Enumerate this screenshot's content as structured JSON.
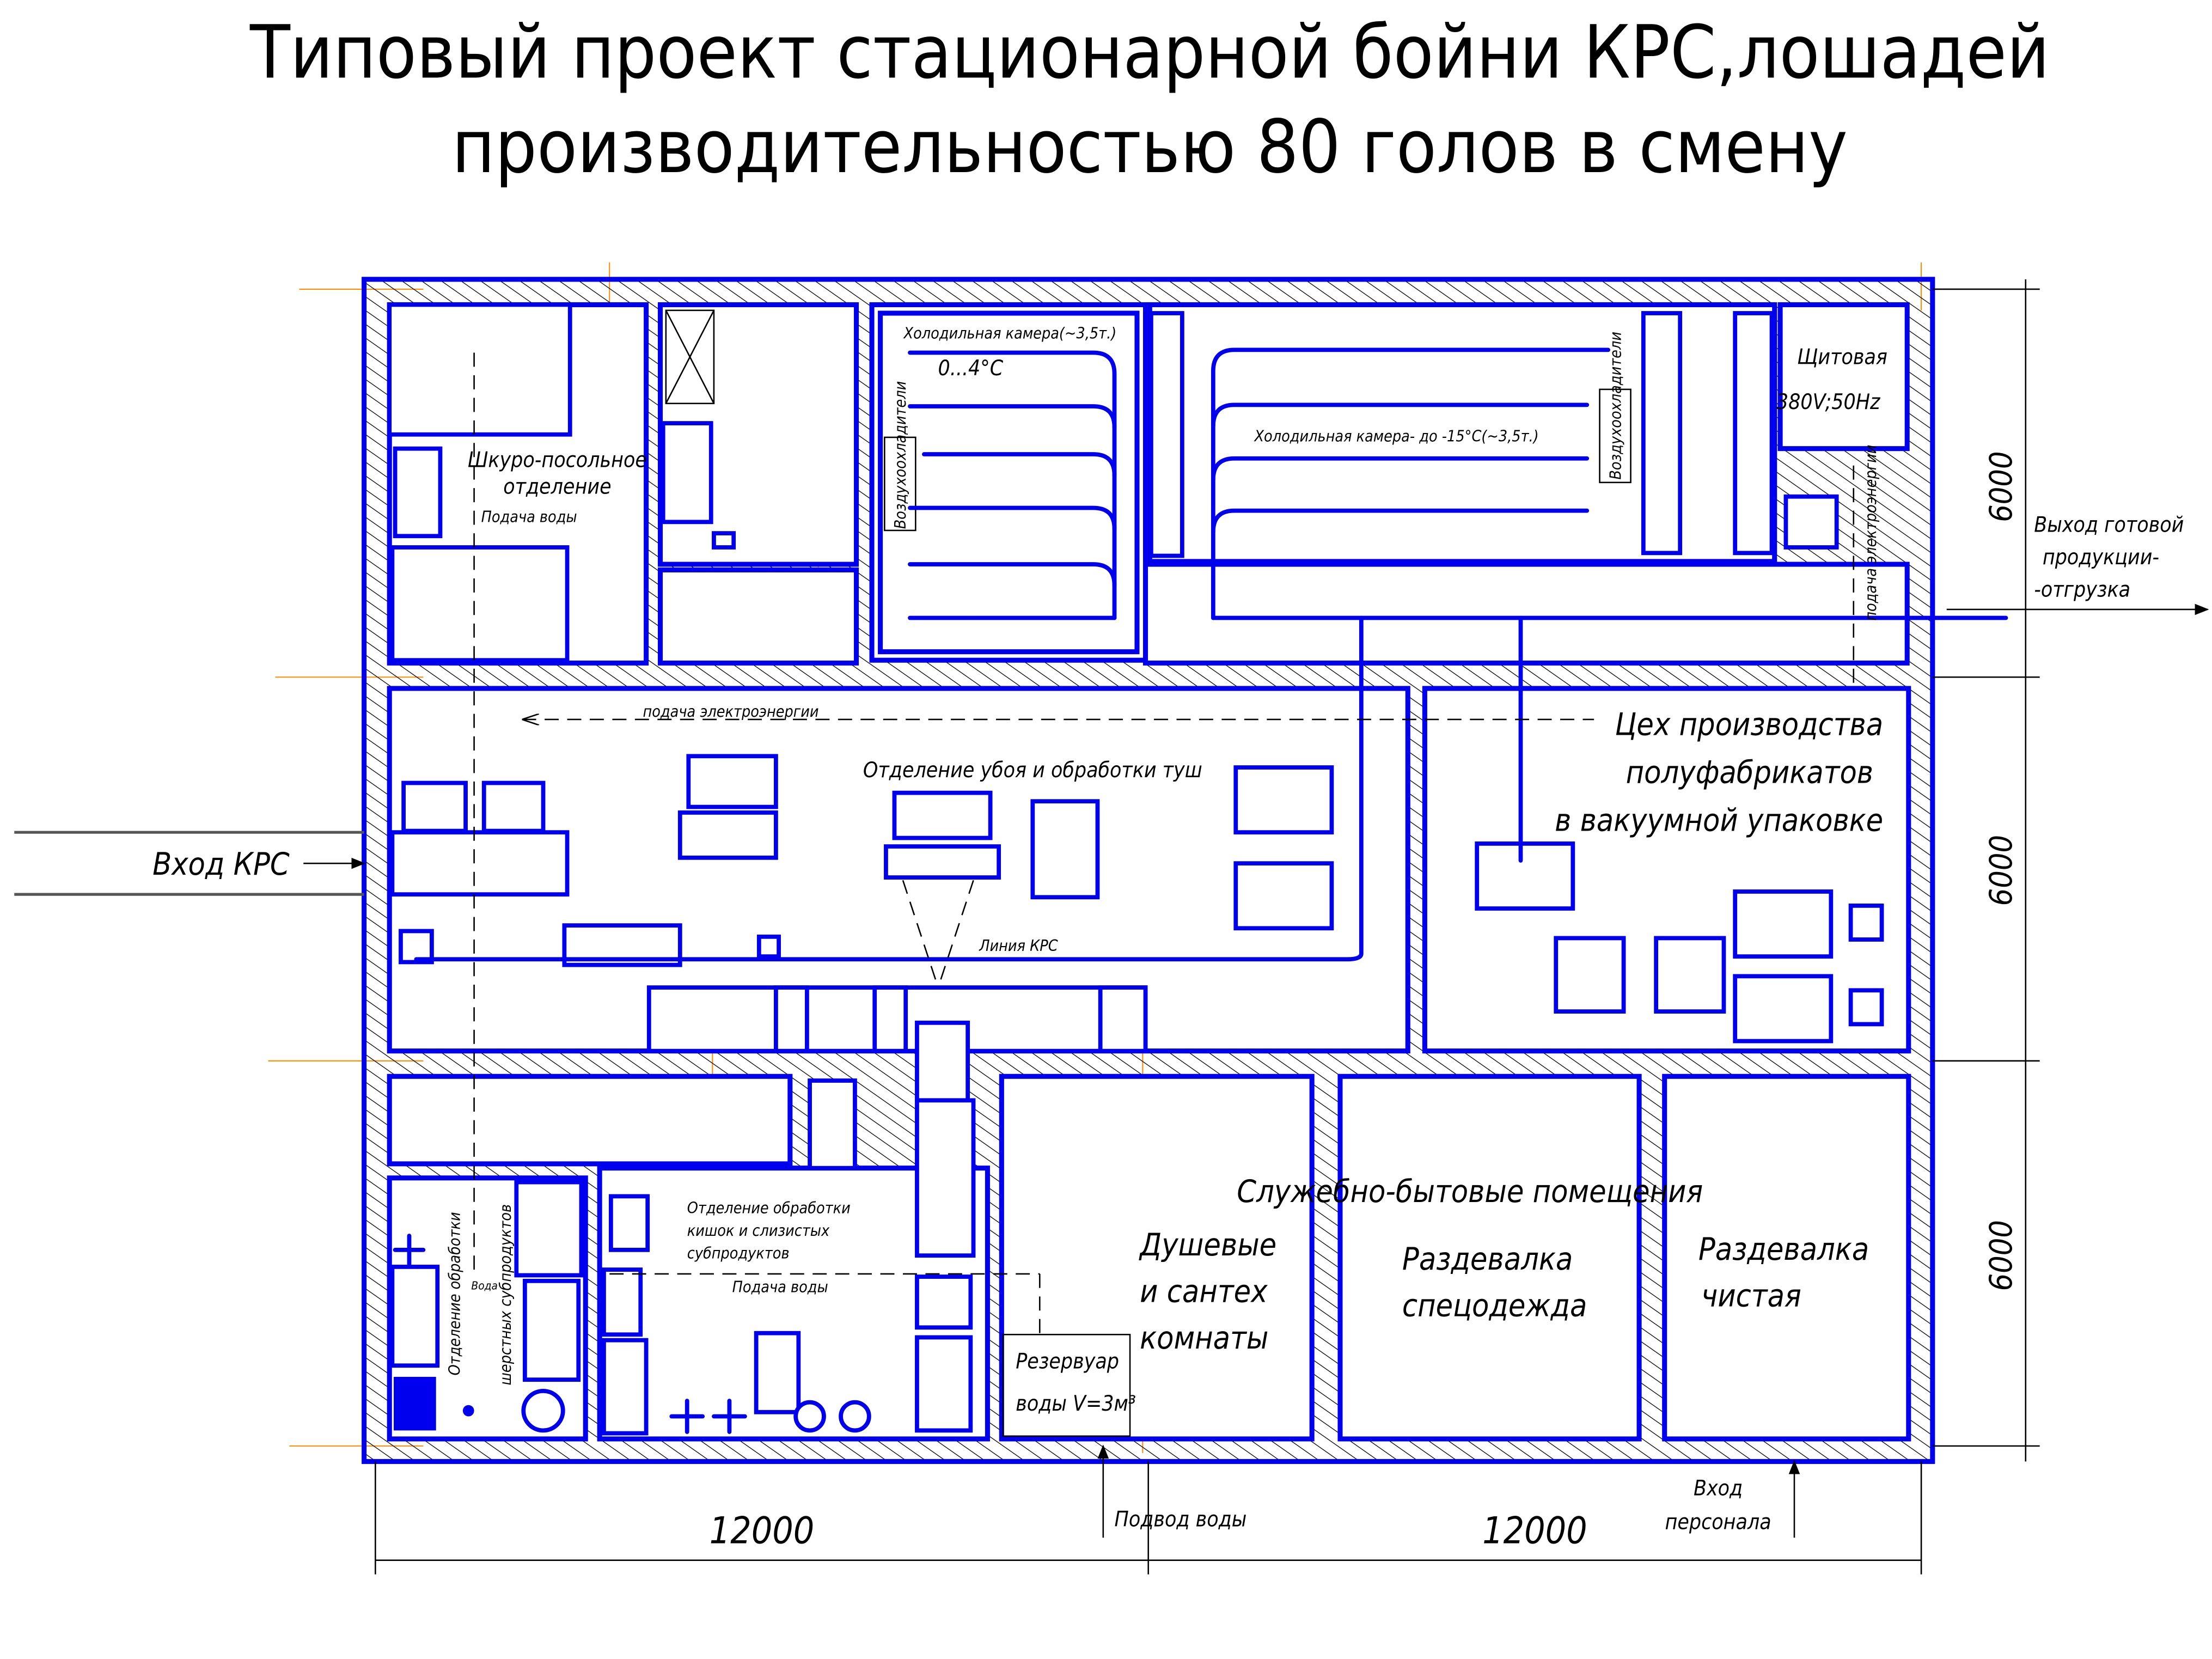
{
  "title": {
    "line1": "Типовый проект стационарной бойни КРС,лошадей",
    "line2": "производительностью 80 голов в смену"
  },
  "colors": {
    "walls": "#0000ee",
    "axes": "#ff8c00",
    "text": "#000000"
  },
  "rooms": {
    "skin_salting": {
      "line1": "Шкуро-посольное",
      "line2": "отделение",
      "water": "Подача воды"
    },
    "cold_room_1": {
      "label": "Холодильная камера(~3,5т.)",
      "temp": "0...4°C",
      "air_cooler": "Воздухоохладители"
    },
    "cold_room_2": {
      "label": "Холодильная камера- до -15°C(~3,5т.)",
      "air_cooler": "Воздухоохладители"
    },
    "switchboard": {
      "line1": "Щитовая",
      "line2": "380V;50Hz",
      "power": "подача электроэнергии"
    },
    "slaughter": {
      "label": "Отделение убоя и обработки туш",
      "power": "подача электроэнергии",
      "line": "Линия КРС"
    },
    "workshop": {
      "line1": "Цех производства",
      "line2": "полуфабрикатов",
      "line3": "в вакуумной упаковке"
    },
    "intestines": {
      "line1": "Отделение обработки",
      "line2": "кишок и слизистых",
      "line3": "субпродуктов",
      "water": "Подача воды"
    },
    "wool_offal": {
      "line1": "Отделение обработки",
      "line2": "шерстных субпродуктов",
      "water": "Вода"
    },
    "reservoir": {
      "line1": "Резервуар",
      "line2": "воды V=3м³"
    },
    "service": {
      "label": "Служебно-бытовые помещения"
    },
    "showers": {
      "line1": "Душевые",
      "line2": "и сантех",
      "line3": "комнаты"
    },
    "locker_work": {
      "line1": "Раздевалка",
      "line2": "спецодежда"
    },
    "locker_clean": {
      "line1": "Раздевалка",
      "line2": "чистая"
    }
  },
  "annotations": {
    "cattle_entry": "Вход КРС",
    "exit_line1": "Выход готовой",
    "exit_line2": "продукции-",
    "exit_line3": "-отгрузка",
    "water_inlet": "Подвод воды",
    "staff_entry_1": "Вход",
    "staff_entry_2": "персонала"
  },
  "dimensions": {
    "right": [
      "6000",
      "6000",
      "6000"
    ],
    "bottom": [
      "12000",
      "12000"
    ]
  }
}
